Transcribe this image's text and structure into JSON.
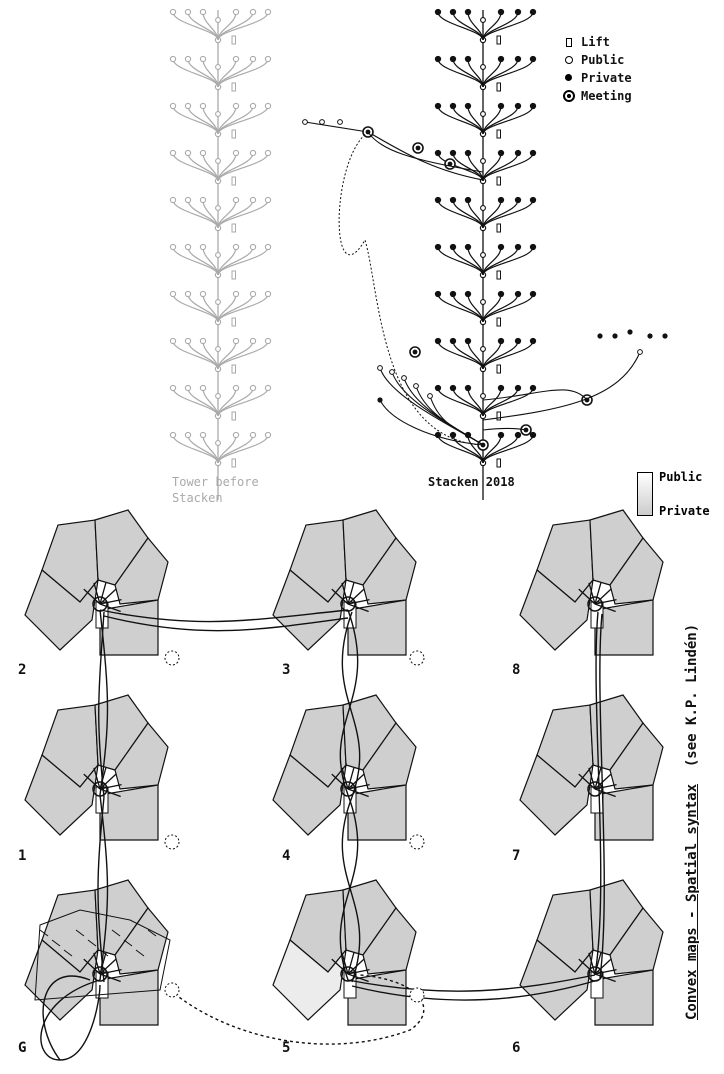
{
  "legend": {
    "items": [
      {
        "symbol": "lift-icon",
        "label": "Lift"
      },
      {
        "symbol": "public-node-icon",
        "label": "Public"
      },
      {
        "symbol": "private-node-icon",
        "label": "Private"
      },
      {
        "symbol": "meeting-node-icon",
        "label": "Meeting"
      }
    ]
  },
  "captions": {
    "before": "Tower before Stacken",
    "after": "Stacken 2018"
  },
  "shade_legend": {
    "top": "Public",
    "bottom": "Private"
  },
  "floor_labels": {
    "col1": [
      "2",
      "1",
      "G"
    ],
    "col2": [
      "3",
      "4",
      "5"
    ],
    "col3": [
      "8",
      "7",
      "6"
    ]
  },
  "side_title": {
    "main": "Convex maps - Spatial syntax",
    "credit": "(see K.P. Lindén)"
  },
  "colors": {
    "ink": "#111111",
    "faded": "#aaaaaa",
    "fill_private": "#cfcfcf",
    "fill_public": "#ececec"
  }
}
